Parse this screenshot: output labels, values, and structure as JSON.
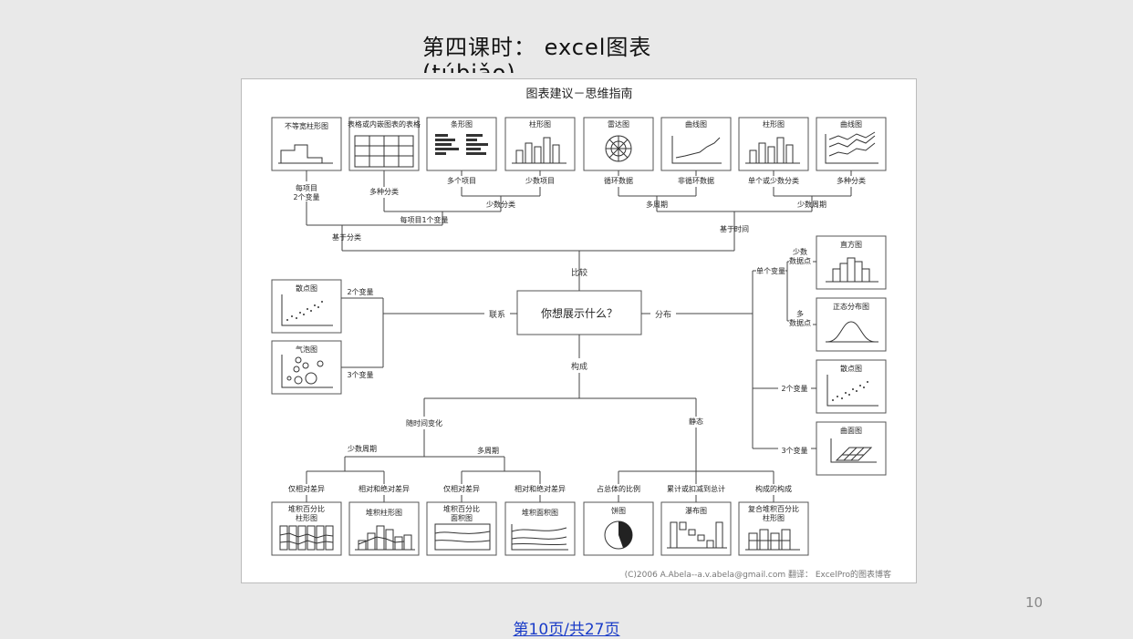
{
  "slide": {
    "title_line1": "第四课时： excel图表",
    "title_line2": "(túbiǎo)",
    "page_number": "10",
    "footer": "第10页/共27页"
  },
  "diagram": {
    "title": "图表建议－思维指南",
    "center": "你想展示什么？",
    "branches": {
      "compare": "比较",
      "relation": "联系",
      "distribution": "分布",
      "composition": "构成"
    },
    "top_charts": [
      "不等宽柱形图",
      "表格或内嵌图表的表格",
      "条形图",
      "柱形图",
      "雷达图",
      "曲线图",
      "柱形图",
      "曲线图"
    ],
    "top_labels": {
      "l1": "每项目\n2个变量",
      "l2": "多种分类",
      "l3": "多个项目",
      "l4": "少数项目",
      "l5": "循环数据",
      "l6": "非循环数据",
      "l7": "单个或少数分类",
      "l8": "多种分类",
      "few_cat": "少数分类",
      "many_period": "多周期",
      "few_period": "少数周期",
      "one_var_per_item": "每项目1个变量",
      "by_category": "基于分类",
      "by_time": "基于时间"
    },
    "relation": {
      "scatter": "散点图",
      "bubble": "气泡图",
      "two_var": "2个变量",
      "three_var": "3个变量"
    },
    "distribution": {
      "single_var": "单个变量",
      "few_points": "少数\n数据点",
      "many_points": "多\n数据点",
      "histogram": "直方图",
      "normal": "正态分布图",
      "scatter": "散点图",
      "surface": "曲面图",
      "two_var": "2个变量",
      "three_var": "3个变量"
    },
    "composition": {
      "over_time": "随时间变化",
      "static": "静态",
      "few_periods": "少数周期",
      "many_periods": "多周期",
      "rel_diff_1": "仅相对差异",
      "rel_abs_1": "相对和绝对差异",
      "rel_diff_2": "仅相对差异",
      "rel_abs_2": "相对和绝对差异",
      "share_total": "占总体的比例",
      "accumulate": "累计或扣减到总计",
      "component": "构成的构成"
    },
    "bottom_charts": [
      "堆积百分比\n柱形图",
      "堆积柱形图",
      "堆积百分比\n面积图",
      "堆积面积图",
      "饼图",
      "瀑布图",
      "复合堆积百分比\n柱形图"
    ],
    "credit": "(C)2006 A.Abela--a.v.abela@gmail.com    翻译：  ExcelPro的图表博客"
  }
}
